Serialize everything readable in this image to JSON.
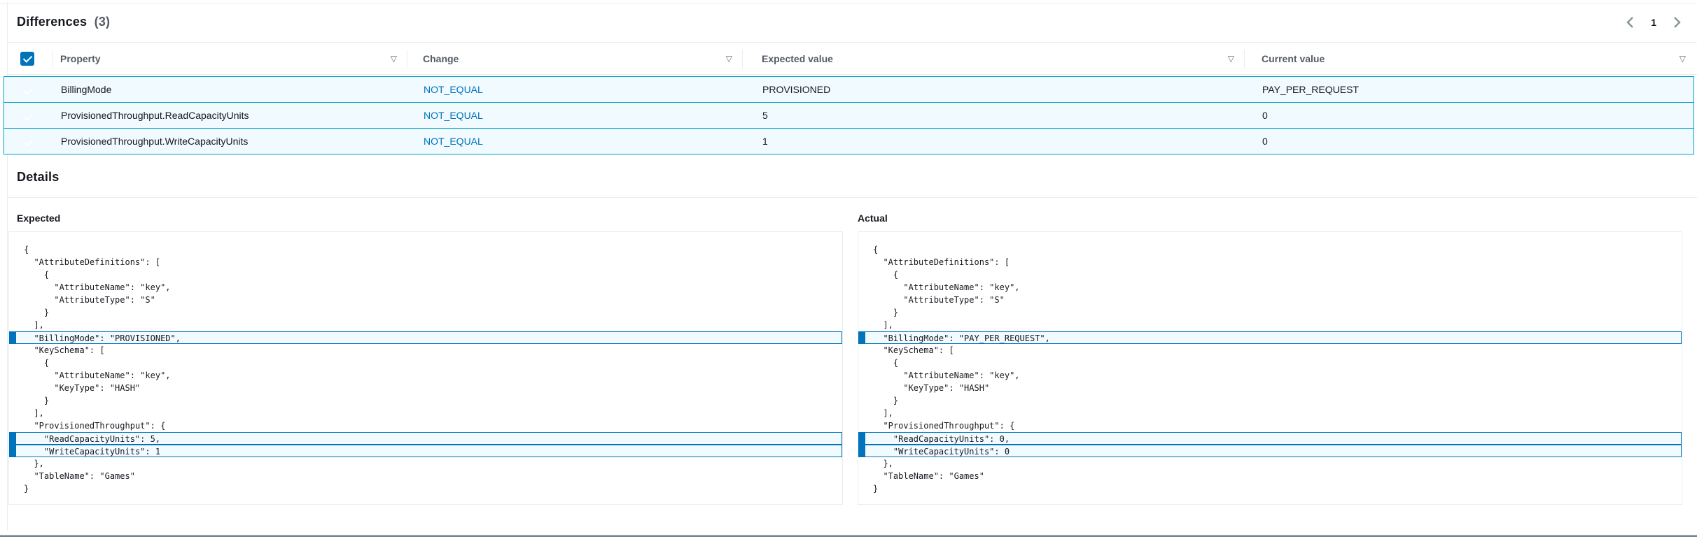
{
  "colors": {
    "accent_blue": "#0073bb",
    "selected_row_border": "#00a1c9",
    "selected_row_bg": "#f1faff",
    "link": "#0073bb",
    "header_text": "#545b64",
    "body_text": "#16191f",
    "divider": "#eaeded"
  },
  "header": {
    "title": "Differences",
    "count": "(3)",
    "pagination": {
      "prev_icon": "chevron-left-icon",
      "current_page": "1",
      "next_icon": "chevron-right-icon"
    }
  },
  "table": {
    "select_all_checked": true,
    "filter_icon_glyph": "▽",
    "columns": [
      {
        "label": "Property"
      },
      {
        "label": "Change"
      },
      {
        "label": "Expected value"
      },
      {
        "label": "Current value"
      }
    ],
    "rows": [
      {
        "selected": true,
        "property": "BillingMode",
        "change": "NOT_EQUAL",
        "expected_value": "PROVISIONED",
        "current_value": "PAY_PER_REQUEST"
      },
      {
        "selected": true,
        "property": "ProvisionedThroughput.ReadCapacityUnits",
        "change": "NOT_EQUAL",
        "expected_value": "5",
        "current_value": "0"
      },
      {
        "selected": true,
        "property": "ProvisionedThroughput.WriteCapacityUnits",
        "change": "NOT_EQUAL",
        "expected_value": "1",
        "current_value": "0"
      }
    ]
  },
  "details": {
    "title": "Details",
    "panels": [
      {
        "label": "Expected",
        "code_lines": [
          {
            "text": "{",
            "highlight": false
          },
          {
            "text": "  \"AttributeDefinitions\": [",
            "highlight": false
          },
          {
            "text": "    {",
            "highlight": false
          },
          {
            "text": "      \"AttributeName\": \"key\",",
            "highlight": false
          },
          {
            "text": "      \"AttributeType\": \"S\"",
            "highlight": false
          },
          {
            "text": "    }",
            "highlight": false
          },
          {
            "text": "  ],",
            "highlight": false
          },
          {
            "text": "  \"BillingMode\": \"PROVISIONED\",",
            "highlight": true
          },
          {
            "text": "  \"KeySchema\": [",
            "highlight": false
          },
          {
            "text": "    {",
            "highlight": false
          },
          {
            "text": "      \"AttributeName\": \"key\",",
            "highlight": false
          },
          {
            "text": "      \"KeyType\": \"HASH\"",
            "highlight": false
          },
          {
            "text": "    }",
            "highlight": false
          },
          {
            "text": "  ],",
            "highlight": false
          },
          {
            "text": "  \"ProvisionedThroughput\": {",
            "highlight": false
          },
          {
            "text": "    \"ReadCapacityUnits\": 5,",
            "highlight": true
          },
          {
            "text": "    \"WriteCapacityUnits\": 1",
            "highlight": true
          },
          {
            "text": "  },",
            "highlight": false
          },
          {
            "text": "  \"TableName\": \"Games\"",
            "highlight": false
          },
          {
            "text": "}",
            "highlight": false
          }
        ]
      },
      {
        "label": "Actual",
        "code_lines": [
          {
            "text": "{",
            "highlight": false
          },
          {
            "text": "  \"AttributeDefinitions\": [",
            "highlight": false
          },
          {
            "text": "    {",
            "highlight": false
          },
          {
            "text": "      \"AttributeName\": \"key\",",
            "highlight": false
          },
          {
            "text": "      \"AttributeType\": \"S\"",
            "highlight": false
          },
          {
            "text": "    }",
            "highlight": false
          },
          {
            "text": "  ],",
            "highlight": false
          },
          {
            "text": "  \"BillingMode\": \"PAY_PER_REQUEST\",",
            "highlight": true
          },
          {
            "text": "  \"KeySchema\": [",
            "highlight": false
          },
          {
            "text": "    {",
            "highlight": false
          },
          {
            "text": "      \"AttributeName\": \"key\",",
            "highlight": false
          },
          {
            "text": "      \"KeyType\": \"HASH\"",
            "highlight": false
          },
          {
            "text": "    }",
            "highlight": false
          },
          {
            "text": "  ],",
            "highlight": false
          },
          {
            "text": "  \"ProvisionedThroughput\": {",
            "highlight": false
          },
          {
            "text": "    \"ReadCapacityUnits\": 0,",
            "highlight": true
          },
          {
            "text": "    \"WriteCapacityUnits\": 0",
            "highlight": true
          },
          {
            "text": "  },",
            "highlight": false
          },
          {
            "text": "  \"TableName\": \"Games\"",
            "highlight": false
          },
          {
            "text": "}",
            "highlight": false
          }
        ]
      }
    ]
  }
}
